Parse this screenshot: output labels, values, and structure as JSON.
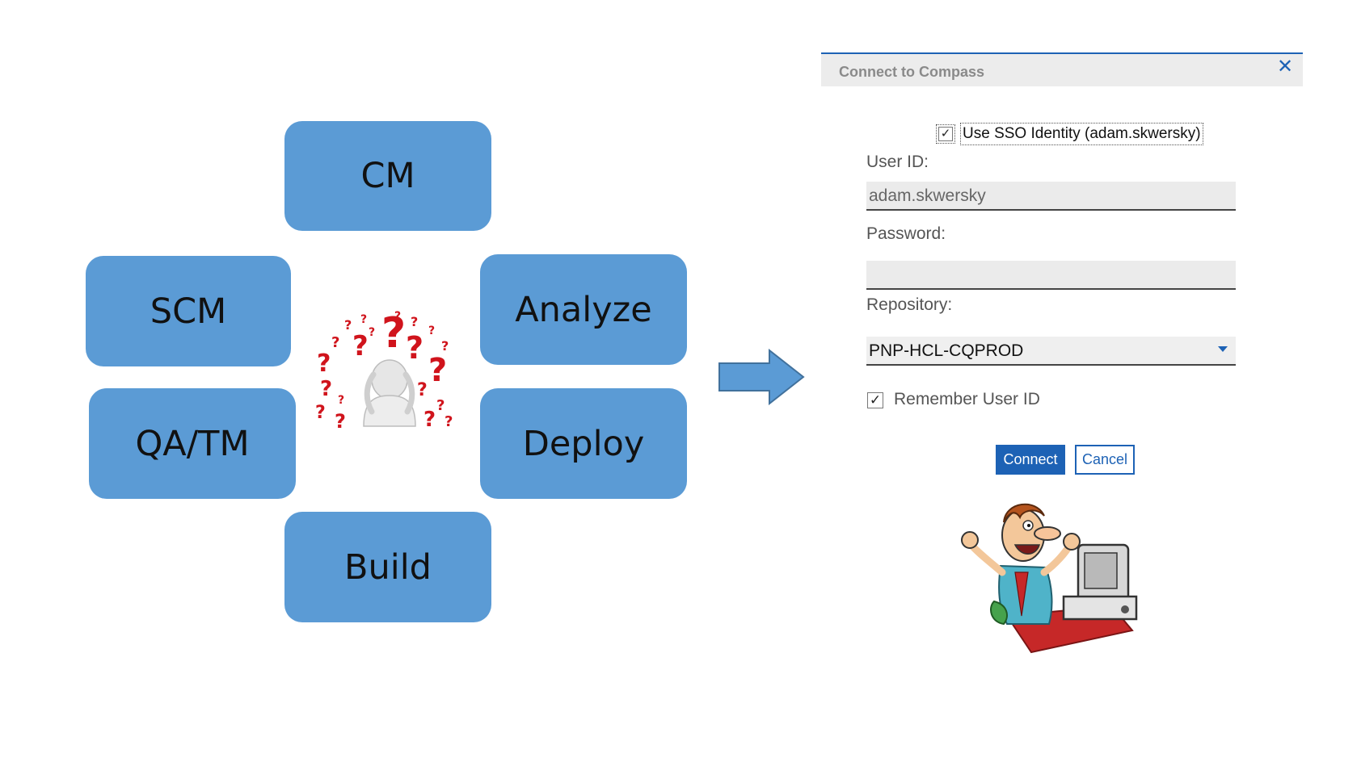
{
  "tiles": {
    "cm": "CM",
    "scm": "SCM",
    "analyze": "Analyze",
    "qatm": "QA/TM",
    "deploy": "Deploy",
    "build": "Build"
  },
  "dialog": {
    "title": "Connect to Compass",
    "close_icon": "close-icon",
    "sso_label": "Use SSO Identity (adam.skwersky)",
    "sso_checked": true,
    "userid_label": "User ID:",
    "userid_value": "adam.skwersky",
    "password_label": "Password:",
    "password_value": "",
    "repository_label": "Repository:",
    "repository_value": "PNP-HCL-CQPROD",
    "remember_label": "Remember User ID",
    "remember_checked": true,
    "connect_label": "Connect",
    "cancel_label": "Cancel"
  },
  "colors": {
    "tile": "#5b9bd5",
    "accent": "#1d62b5",
    "question_marks": "#d0141c"
  },
  "icons": [
    "confused-person-icon",
    "right-arrow-icon",
    "checkmark-icon",
    "chevron-down-icon",
    "happy-user-computer-icon"
  ]
}
